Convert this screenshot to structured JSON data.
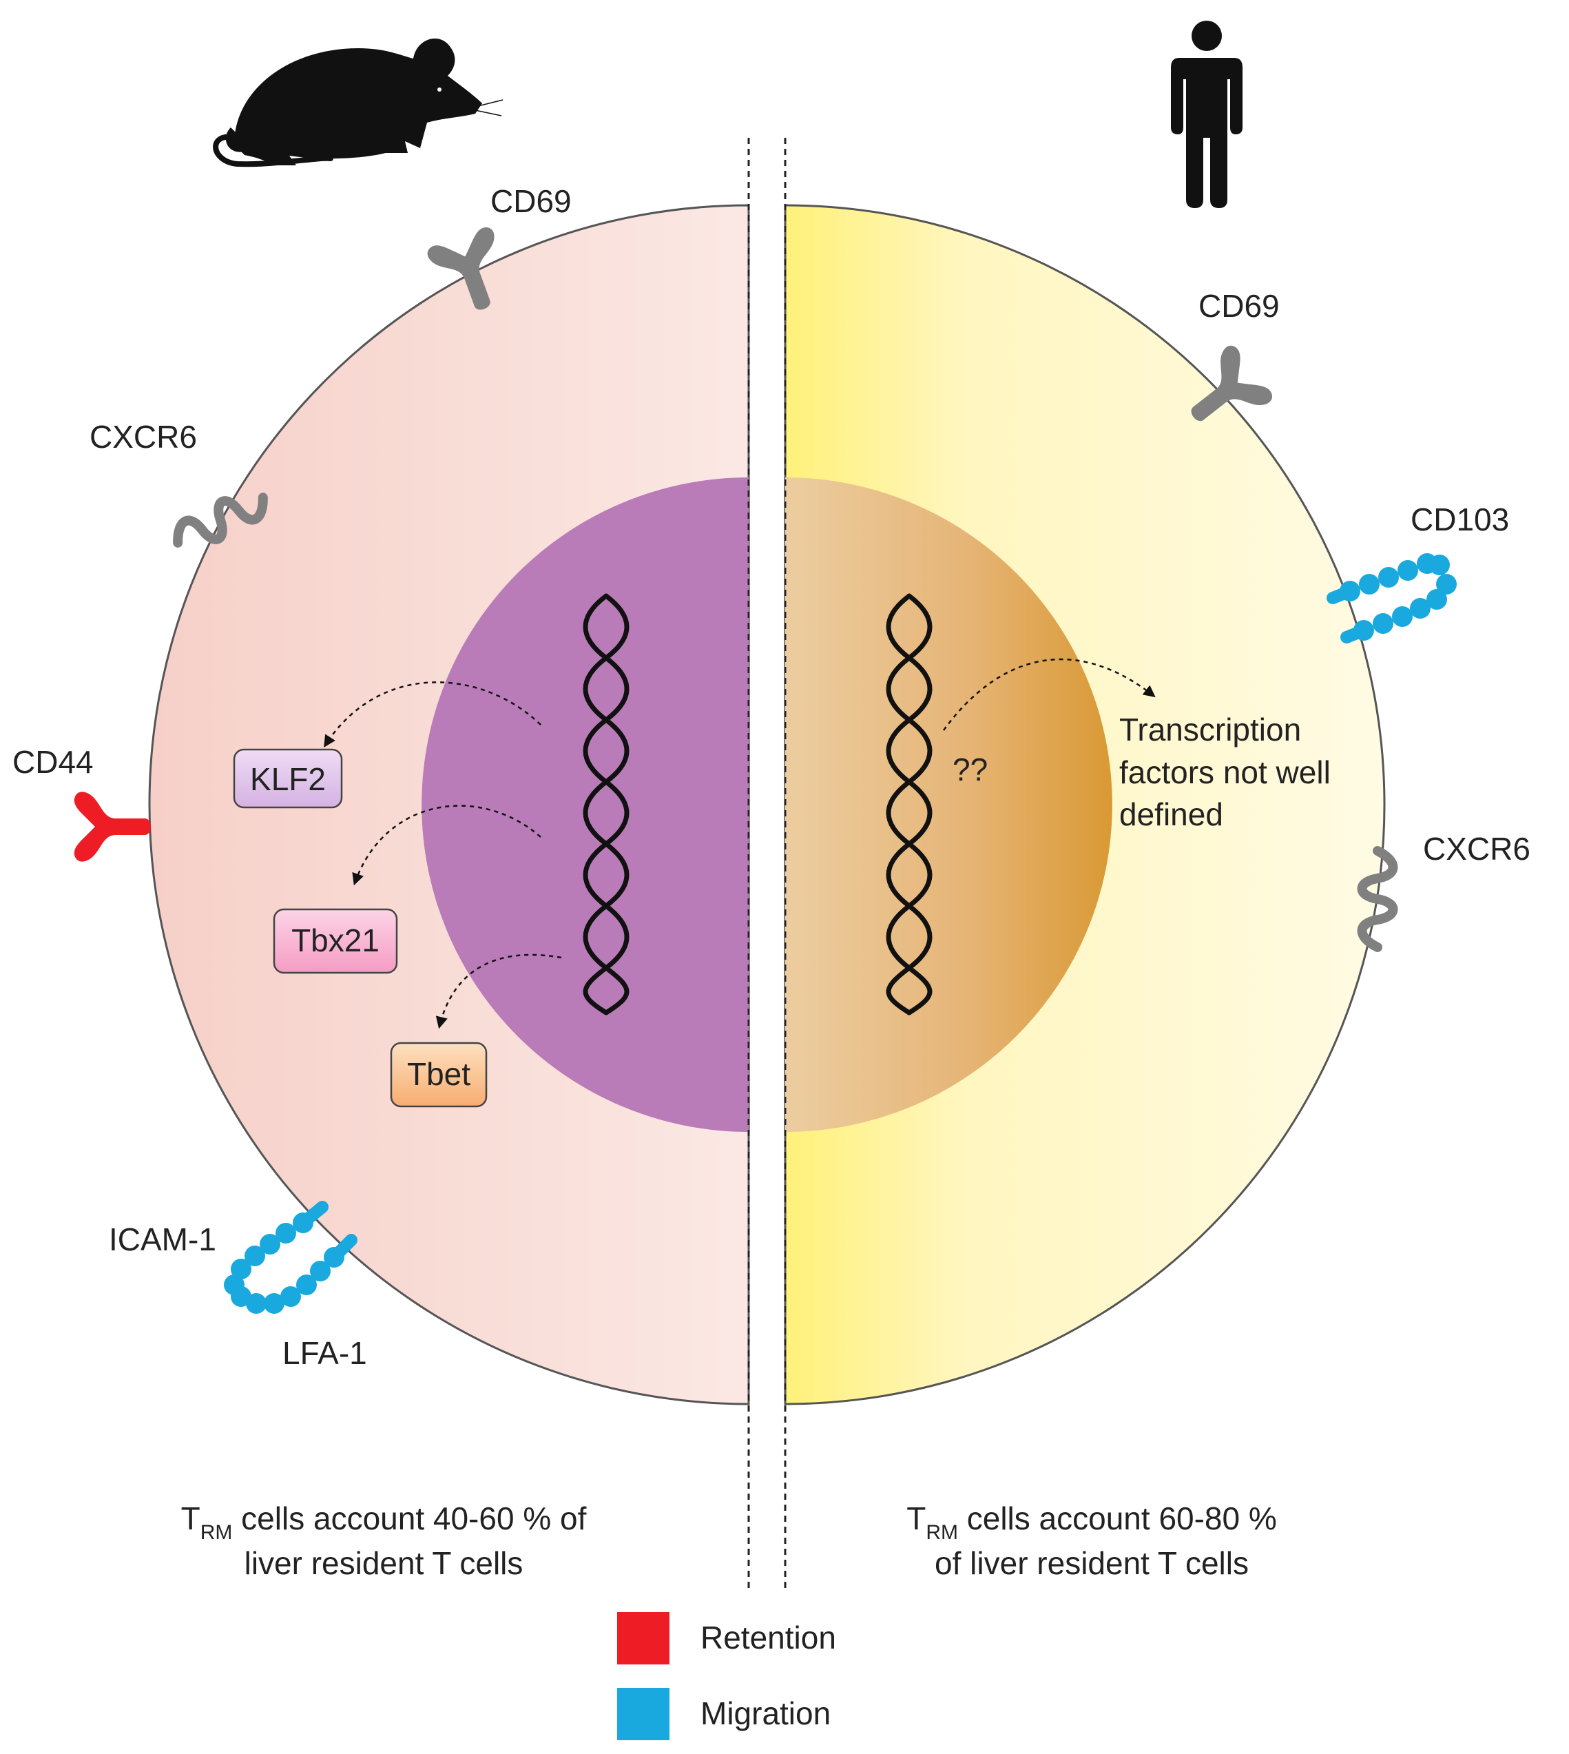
{
  "colors": {
    "retention": "#ee1c25",
    "migration": "#19a9df",
    "receptor_gray": "#808080",
    "mouse_cell_left": "#f6d0c8",
    "mouse_cell_right": "#fbe8e4",
    "mouse_nucleus": "#b97cb8",
    "human_cell_left": "#fff17a",
    "human_cell_right": "#fff9dc",
    "human_nucleus_left": "#eccda0",
    "human_nucleus_right": "#dc9c38"
  },
  "icons": {
    "mouse": "mouse-silhouette-icon",
    "human": "human-silhouette-icon",
    "dna": "dna-helix-icon"
  },
  "mouse": {
    "receptors": {
      "cd69": "CD69",
      "cxcr6": "CXCR6",
      "cd44": "CD44",
      "icam1": "ICAM-1",
      "lfa1": "LFA-1"
    },
    "transcription_factors": [
      "KLF2",
      "Tbx21",
      "Tbet"
    ],
    "caption": {
      "t": "T",
      "sub": "RM",
      "line1_rest": " cells account 40-60 % of",
      "line2": "liver resident T cells"
    }
  },
  "human": {
    "receptors": {
      "cd69": "CD69",
      "cd103": "CD103",
      "cxcr6": "CXCR6"
    },
    "unknown_mark": "??",
    "tf_note": [
      "Transcription",
      "factors not well",
      "defined"
    ],
    "caption": {
      "t": "T",
      "sub": "RM",
      "line1_rest": " cells account 60-80 %",
      "line2": "of liver resident T cells"
    }
  },
  "legend": [
    {
      "label": "Retention",
      "color": "#ee1c25"
    },
    {
      "label": "Migration",
      "color": "#19a9df"
    }
  ]
}
